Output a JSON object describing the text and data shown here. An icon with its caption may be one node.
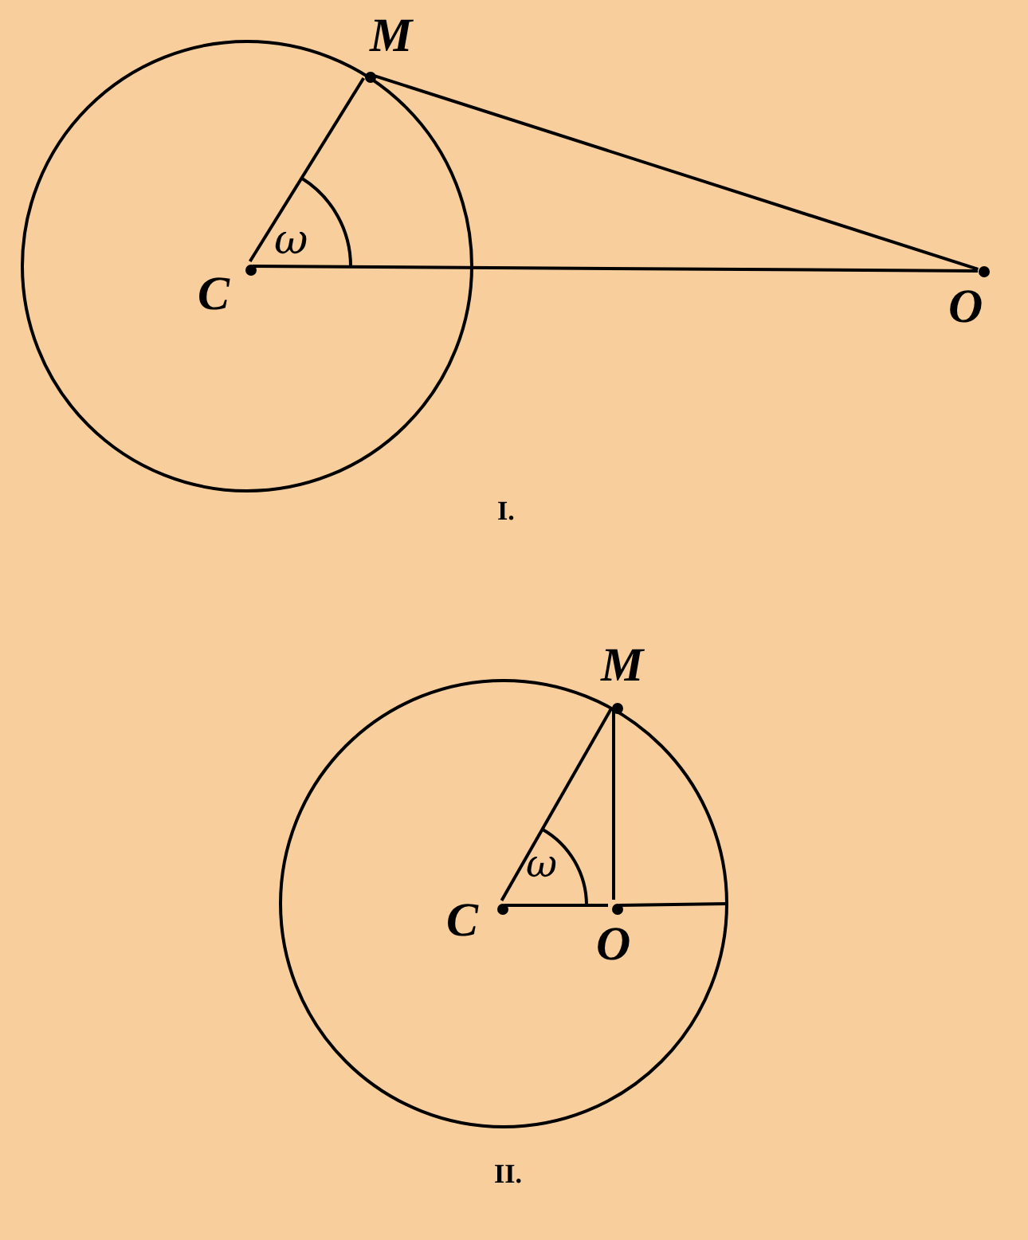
{
  "diagram": {
    "nodes": [
      {
        "text": [],
        "shape": "circle"
      },
      {
        "text": [],
        "shape": "circle",
        "beside": [
          "M"
        ],
        "in": 0
      },
      {
        "text": [],
        "shape": "circle",
        "beside": [
          "C"
        ],
        "in": 0
      },
      {
        "text": [],
        "shape": "circle",
        "beside": [
          "O"
        ]
      },
      {
        "text": [],
        "shape": "circle"
      },
      {
        "text": [],
        "shape": "circle",
        "beside": [
          "M"
        ],
        "in": 4
      },
      {
        "text": [],
        "shape": "circle",
        "beside": [
          "C"
        ],
        "in": 4
      },
      {
        "text": [],
        "shape": "circle",
        "beside": [
          "O"
        ],
        "in": 4
      }
    ],
    "edges": [
      {
        "from": 2,
        "to": 1,
        "arrow": "none"
      },
      {
        "from": 2,
        "to": 3,
        "arrow": "none"
      },
      {
        "from": 1,
        "to": 3,
        "arrow": "none"
      },
      {
        "from": 6,
        "to": 5,
        "arrow": "none"
      },
      {
        "from": 6,
        "to": 7,
        "arrow": "none"
      },
      {
        "from": 7,
        "to": 4,
        "arrow": "none"
      },
      {
        "from": 5,
        "to": 7,
        "arrow": "none"
      }
    ],
    "labels": [
      "ω",
      "I.",
      "ω",
      "II."
    ]
  }
}
